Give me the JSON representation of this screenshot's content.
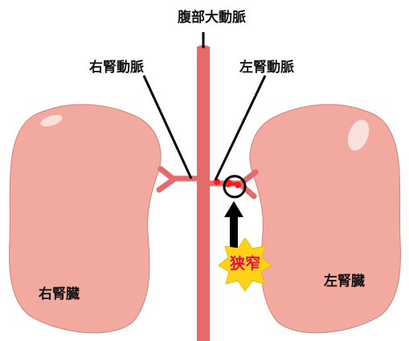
{
  "labels": {
    "aorta": "腹部大動脈",
    "right_renal_artery": "右腎動脈",
    "left_renal_artery": "左腎動脈",
    "right_kidney": "右腎臓",
    "left_kidney": "左腎臓",
    "stenosis": "狭窄"
  },
  "colors": {
    "kidney_fill": "#f2a9a0",
    "kidney_highlight": "#fbe1dc",
    "artery": "#e46a6c",
    "stenosis_dot": "#ff1a1a",
    "star": "#ffd21a",
    "stenosis_text": "#e0103a",
    "line": "#000000"
  }
}
